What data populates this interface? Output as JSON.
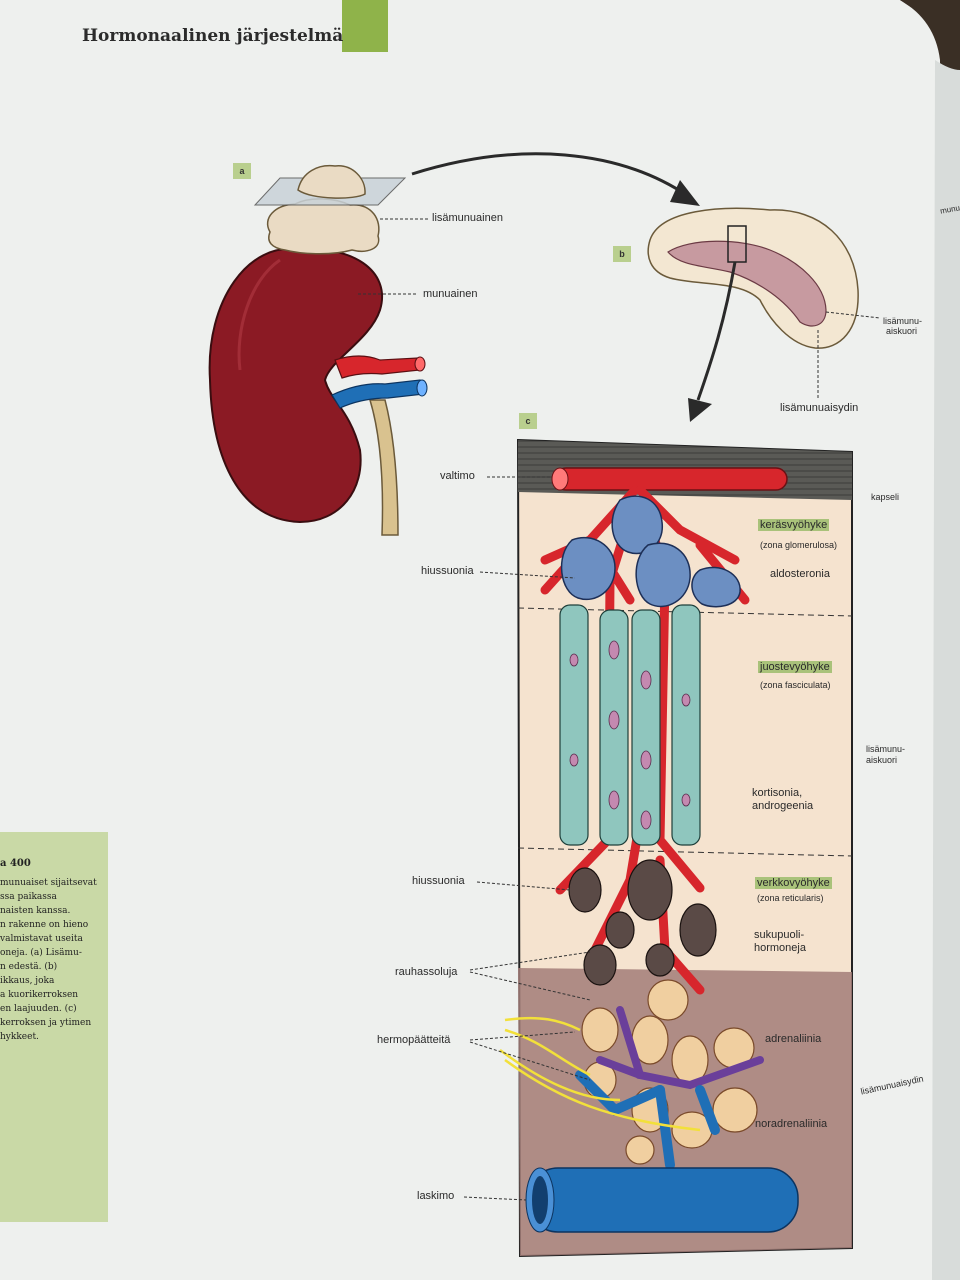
{
  "header": {
    "title": "Hormonaalinen järjestelmä"
  },
  "panels": {
    "a": "a",
    "b": "b",
    "c": "c"
  },
  "panel_a": {
    "adrenal_label": "lisämunuainen",
    "kidney_label": "munuainen"
  },
  "panel_b": {
    "cortex_label_line1": "lisämunu-",
    "cortex_label_line2": "aiskuori",
    "medulla_label": "lisämunuaisydin"
  },
  "panel_c": {
    "artery": "valtimo",
    "capsule": "kapseli",
    "capillaries_top": "hiussuonia",
    "zone_glomerulosa": "keräsvyöhyke",
    "zone_glomerulosa_latin": "(zona glomerulosa)",
    "aldosterone": "aldosteronia",
    "zone_fasciculata": "juostevyöhyke",
    "zone_fasciculata_latin": "(zona fasciculata)",
    "cortex_line1": "lisämunu-",
    "cortex_line2": "aiskuori",
    "cortisone_line1": "kortisonia,",
    "cortisone_line2": "androgeenia",
    "capillaries_bottom": "hiussuonia",
    "zone_reticularis": "verkkovyöhyke",
    "zone_reticularis_latin": "(zona reticularis)",
    "sex_hormones_line1": "sukupuoli-",
    "sex_hormones_line2": "hormoneja",
    "gland_cells": "rauhassoluja",
    "nerve_endings": "hermopäätteitä",
    "adrenaline": "adrenaliinia",
    "medulla": "lisämunuaisydin",
    "noradrenaline": "noradrenaliinia",
    "vein": "laskimo"
  },
  "right_edge_text": "munu",
  "caption": {
    "number": "a 400",
    "lines": [
      "munuaiset sijaitsevat",
      "ssa paikassa",
      "naisten kanssa.",
      "n rakenne on hieno",
      "valmistavat useita",
      "oneja. (a) Lisämu-",
      "n edestä. (b)",
      "ikkaus, joka",
      "a kuorikerroksen",
      "en laajuuden. (c)",
      "kerroksen ja ytimen",
      "hykkeet."
    ]
  },
  "colors": {
    "page": "#eef0ee",
    "accent_green": "#8fb34a",
    "artery": "#d7262c",
    "vein": "#1f6fb6",
    "kidney": "#8b1a24",
    "nerve": "#f2e03a"
  }
}
